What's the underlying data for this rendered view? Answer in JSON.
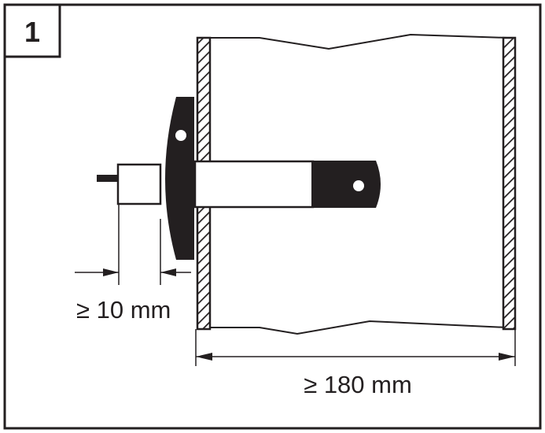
{
  "figure": {
    "step_number": "1",
    "dimension_gap": "≥ 10 mm",
    "dimension_width": "≥ 180 mm",
    "ink_color": "#231f20",
    "background_color": "#ffffff"
  }
}
